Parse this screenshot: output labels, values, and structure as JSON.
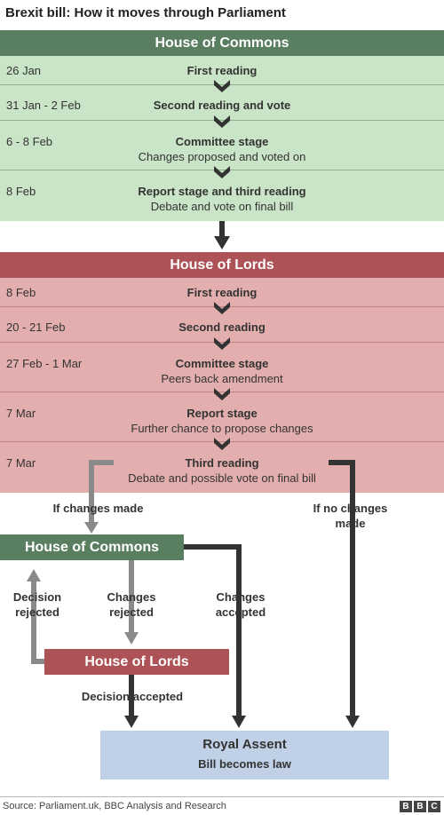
{
  "title": "Brexit bill: How it moves through Parliament",
  "commons": {
    "header": "House of Commons",
    "rows": [
      {
        "date": "26 Jan",
        "stage": "First reading",
        "sub": ""
      },
      {
        "date": "31 Jan - 2 Feb",
        "stage": "Second reading and vote",
        "sub": ""
      },
      {
        "date": "6 - 8 Feb",
        "stage": "Committee stage",
        "sub": "Changes proposed and voted on"
      },
      {
        "date": "8 Feb",
        "stage": "Report stage and third reading",
        "sub": "Debate and vote on final bill"
      }
    ]
  },
  "lords": {
    "header": "House of Lords",
    "rows": [
      {
        "date": "8 Feb",
        "stage": "First reading",
        "sub": ""
      },
      {
        "date": "20 - 21 Feb",
        "stage": "Second reading",
        "sub": ""
      },
      {
        "date": "27 Feb - 1 Mar",
        "stage": "Committee stage",
        "sub": "Peers back amendment"
      },
      {
        "date": "7 Mar",
        "stage": "Report stage",
        "sub": "Further chance to propose changes"
      },
      {
        "date": "7 Mar",
        "stage": "Third reading",
        "sub": "Debate and possible vote on final bill"
      }
    ]
  },
  "flow": {
    "if_changes": "If changes made",
    "if_no_changes": "If no changes made",
    "commons_box": "House of Commons",
    "lords_box": "House of Lords",
    "decision_rejected": "Decision rejected",
    "changes_rejected": "Changes rejected",
    "changes_accepted": "Changes accepted",
    "decision_accepted": "Decision accepted",
    "royal_title": "Royal Assent",
    "royal_sub": "Bill becomes law"
  },
  "colors": {
    "commons_dark": "#5a7e60",
    "commons_light": "#c9e4c6",
    "lords_dark": "#ad5256",
    "lords_light": "#e3aeae",
    "arrow_dark": "#333333",
    "arrow_grey": "#8a8a8a",
    "royal": "#c0d0e6"
  },
  "footer": {
    "source": "Source: Parliament.uk, BBC Analysis and Research",
    "logo": [
      "B",
      "B",
      "C"
    ]
  }
}
